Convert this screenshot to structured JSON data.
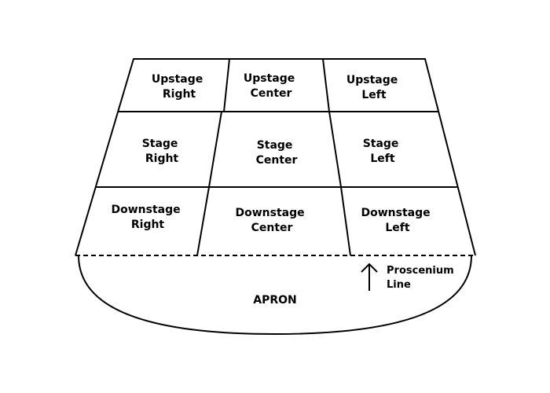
{
  "zones": {
    "upstage_right": [
      "Upstage",
      "Right"
    ],
    "upstage_center": [
      "Upstage",
      "Center"
    ],
    "upstage_left": [
      "Upstage",
      "Left"
    ],
    "stage_right": [
      "Stage",
      "Right"
    ],
    "stage_center": [
      "Stage",
      "Center"
    ],
    "stage_left": [
      "Stage",
      "Left"
    ],
    "downstage_right": [
      "Downstage",
      "Right"
    ],
    "downstage_center": [
      "Downstage",
      "Center"
    ],
    "downstage_left": [
      "Downstage",
      "Left"
    ]
  },
  "apron_label": "APRON",
  "proscenium_label": [
    "Proscenium",
    "Line"
  ],
  "colors": {
    "line": "#000000",
    "background": "#ffffff"
  },
  "icons": {
    "proscenium_marker": "arrow-up-icon"
  }
}
